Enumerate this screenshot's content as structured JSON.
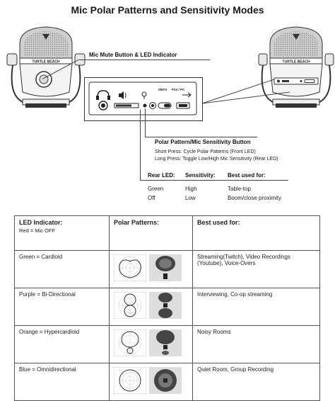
{
  "title": "Mic Polar Patterns and Sensitivity Modes",
  "callouts": {
    "mute": "Mic Mute Button & LED Indicator",
    "polar_button": "Polar Pattern/Mic Sensitivity Button",
    "short_press": "Short Press: Cycle Polar Patterns (Front LED)",
    "long_press": "Long Press: Toggle Low/High Mic Sensitivity (Rear LED)"
  },
  "mic_brand": "TURTLE BEACH",
  "panel_labels": {
    "xbox": "XBOX",
    "ps4": "PS4 / PC"
  },
  "rear_led": {
    "headers": [
      "Rear LED:",
      "Sensitivity:",
      "Best used for:"
    ],
    "rows": [
      [
        "Green",
        "High",
        "Table-top"
      ],
      [
        "Off",
        "Low",
        "Boom/close proximity"
      ]
    ]
  },
  "table": {
    "headers": {
      "led": "LED Indicator:",
      "led_sub": "Red = Mic OFF",
      "patterns": "Polar Patterns:",
      "best": "Best used for:"
    },
    "rows": [
      {
        "led": "Green = Cardioid",
        "best": "Streaming(Twitch), Video Recordings (Youtube), Voice-Overs",
        "pattern": "cardioid"
      },
      {
        "led": "Purple = Bi-Directional",
        "best": "Interviewing, Co-op streaming",
        "pattern": "bidirectional"
      },
      {
        "led": "Orange = Hypercardioid",
        "best": "Noisy Rooms",
        "pattern": "hypercardioid"
      },
      {
        "led": "Blue = Omnidirectional",
        "best": "Quiet Room, Group Recording",
        "pattern": "omnidirectional"
      }
    ]
  }
}
